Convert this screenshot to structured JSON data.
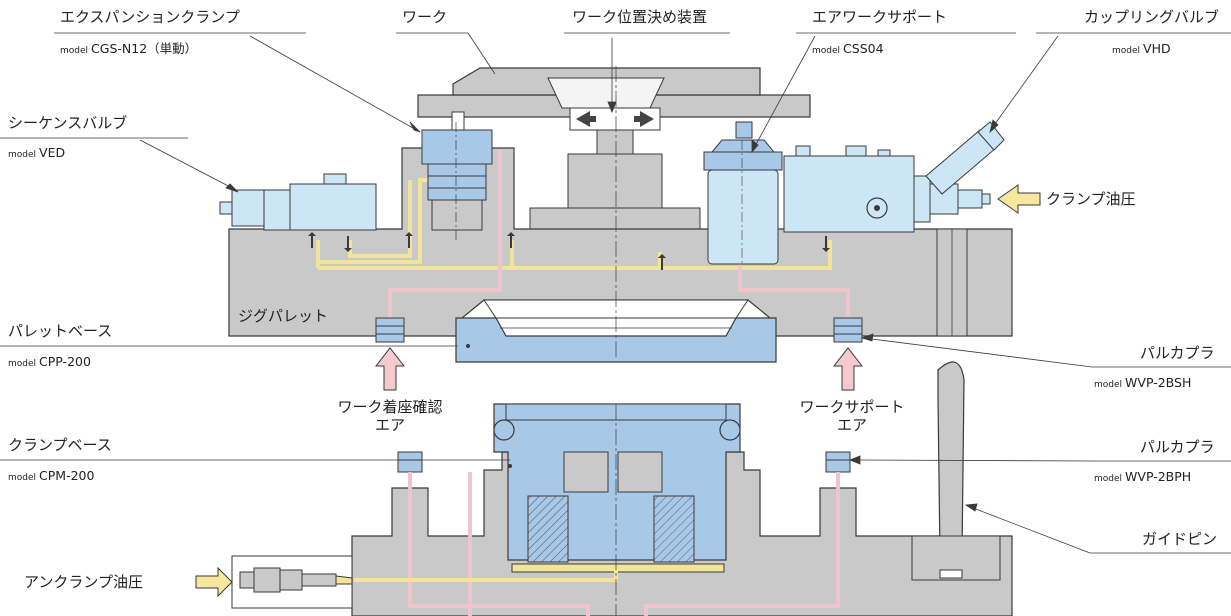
{
  "labels": {
    "expansion_clamp": {
      "name": "エクスパンションクランプ",
      "model_prefix": "model",
      "model": "CGS-N12（単動）"
    },
    "work": {
      "name": "ワーク"
    },
    "work_positioner": {
      "name": "ワーク位置決め装置"
    },
    "air_work_support": {
      "name": "エアワークサポート",
      "model_prefix": "model",
      "model": "CSS04"
    },
    "coupling_valve": {
      "name": "カップリングバルブ",
      "model_prefix": "model",
      "model": "VHD"
    },
    "sequence_valve": {
      "name": "シーケンスバルブ",
      "model_prefix": "model",
      "model": "VED"
    },
    "clamp_pressure": {
      "name": "クランプ油圧"
    },
    "jig_pallet": {
      "name": "ジグパレット"
    },
    "pallet_base": {
      "name": "パレットベース",
      "model_prefix": "model",
      "model": "CPP-200"
    },
    "pal_coupler_upper": {
      "name": "パルカプラ",
      "model_prefix": "model",
      "model": "WVP-2BSH"
    },
    "seating_air": {
      "line1": "ワーク着座確認",
      "line2": "エア"
    },
    "work_support_air": {
      "line1": "ワークサポート",
      "line2": "エア"
    },
    "clamp_base": {
      "name": "クランプベース",
      "model_prefix": "model",
      "model": "CPM-200"
    },
    "pal_coupler_lower": {
      "name": "パルカプラ",
      "model_prefix": "model",
      "model": "WVP-2BPH"
    },
    "guide_pin": {
      "name": "ガイドピン"
    },
    "unclamp_pressure": {
      "name": "アンクランプ油圧"
    }
  },
  "colors": {
    "steel": "#c9c9c9",
    "steel_dark": "#b3b3b3",
    "outline": "#3a3a3a",
    "component_blue": "#a8c8e8",
    "valve_blue": "#cde6f5",
    "air_line": "#f0c4cc",
    "oil_line": "#f2e59a",
    "arrow_air": "#f6c9cf",
    "arrow_oil": "#f5e79e"
  }
}
